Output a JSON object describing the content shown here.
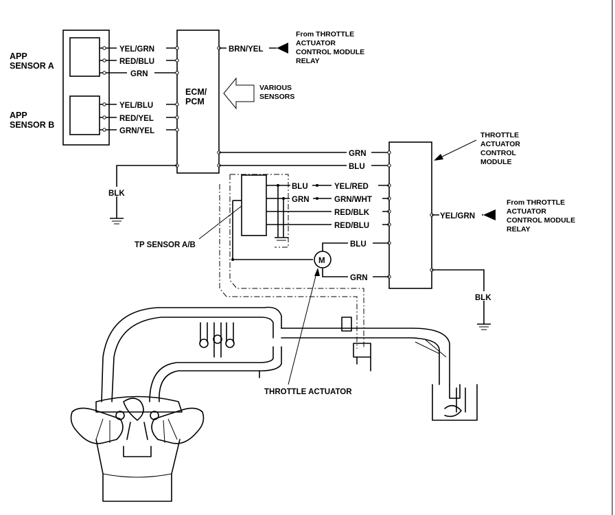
{
  "app_sensors": {
    "a_label": [
      "APP",
      "SENSOR A"
    ],
    "b_label": [
      "APP",
      "SENSOR B"
    ],
    "a_wires": [
      "YEL/GRN",
      "RED/BLU",
      "GRN"
    ],
    "b_wires": [
      "YEL/BLU",
      "RED/YEL",
      "GRN/YEL"
    ]
  },
  "ecm": {
    "label": [
      "ECM/",
      "PCM"
    ],
    "relay_wire": "BRN/YEL",
    "relay_source": [
      "From THROTTLE",
      "ACTUATOR",
      "CONTROL MODULE",
      "RELAY"
    ],
    "various_sensors": [
      "VARIOUS",
      "SENSORS"
    ],
    "ground": "BLK"
  },
  "tacm": {
    "label": [
      "THROTTLE",
      "ACTUATOR",
      "CONTROL",
      "MODULE"
    ],
    "input_wires": [
      "GRN",
      "BLU"
    ],
    "relay_wire": "YEL/GRN",
    "relay_source": [
      "From THROTTLE",
      "ACTUATOR",
      "CONTROL MODULE",
      "RELAY"
    ],
    "ground": "BLK"
  },
  "tp_sensor": {
    "label": "TP SENSOR A/B",
    "local_wires": [
      "BLU",
      "GRN"
    ],
    "wires": [
      "YEL/RED",
      "GRN/WHT",
      "RED/BLK",
      "RED/BLU"
    ]
  },
  "motor": {
    "symbol": "M",
    "wires": [
      "BLU",
      "GRN"
    ]
  },
  "throttle_actuator_label": "THROTTLE ACTUATOR"
}
